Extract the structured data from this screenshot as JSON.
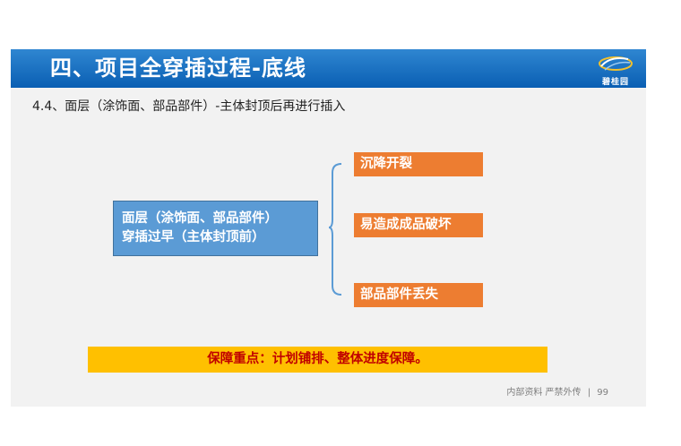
{
  "header": {
    "title": "四、项目全穿插过程-底线",
    "logo_text": "碧桂园",
    "logo_icon": "company-logo"
  },
  "subtitle": "4.4、面层（涂饰面、部品部件）-主体封顶后再进行插入",
  "main_box": {
    "line1": "面层（涂饰面、部品部件）",
    "line2": "穿插过早（主体封顶前）"
  },
  "outcomes": [
    "沉降开裂",
    "易造成成品破坏",
    "部品部件丢失"
  ],
  "banner": "保障重点：计划铺排、整体进度保障。",
  "footer": {
    "label": "内部资料 严禁外传",
    "separator": "|",
    "page": "99"
  },
  "colors": {
    "header": "#0a5fb3",
    "main_box": "#5b9bd5",
    "outcome_box": "#ed7d31",
    "banner_bg": "#ffc000",
    "banner_text": "#c00000"
  }
}
